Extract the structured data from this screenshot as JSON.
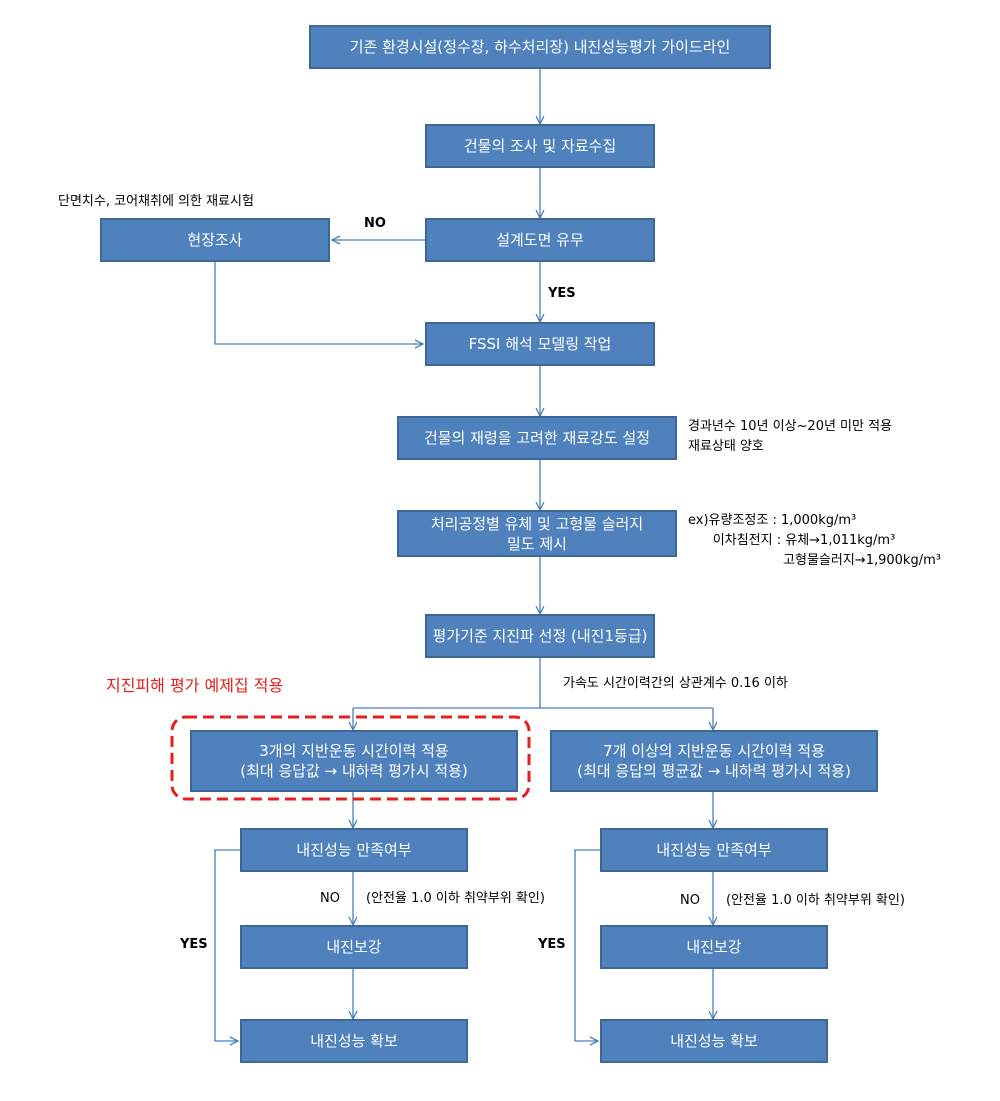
{
  "boxes": {
    "guideline": "기존 환경시설(정수장, 하수처리장) 내진성능평가 가이드라인",
    "survey": "건물의 조사 및 자료수집",
    "drawings": "설계도면 유무",
    "field_survey": "현장조사",
    "fssi": "FSSI 해석 모델링 작업",
    "material_strength": "건물의 재령을 고려한 재료강도 설정",
    "density": "처리공정별 유체 및 고형물 슬러지\n밀도 제시",
    "earthquake": "평가기준 지진파 선정 (내진1등급)",
    "three_motion": "3개의 지반운동 시간이력 적용\n(최대 응답값 → 내하력 평가시 적용)",
    "seven_motion": "7개 이상의 지반운동 시간이력 적용\n(최대 응답의 평균값 → 내하력 평가시 적용)",
    "satisfy_left": "내진성능 만족여부",
    "reinforce_left": "내진보강",
    "secure_left": "내진성능 확보",
    "satisfy_right": "내진성능 만족여부",
    "reinforce_right": "내진보강",
    "secure_right": "내진성능 확보"
  },
  "notes": {
    "field_survey_note": "단면치수, 코어채취에 의한 재료시험",
    "no_drawings": "NO",
    "yes_drawings": "YES",
    "material_note": "경과년수 10년 이상~20년 미만 적용\n재료상태 양호",
    "density_note": "ex)유량조정조 : 1,000kg/m³\n      이차침전지 : 유체→1,011kg/m³\n                       고형물슬러지→1,900kg/m³",
    "example_applied": "지진피해 평가 예제집 적용",
    "correlation_note": "가속도 시간이력간의 상관계수 0.16 이하",
    "no_left": "NO",
    "safety_left": "(안전율 1.0 이하 취약부위 확인)",
    "yes_left": "YES",
    "no_right": "NO",
    "safety_right": "(안전율 1.0 이하 취약부위 확인)",
    "yes_right": "YES"
  },
  "colors": {
    "box_fill": "#4f81bd",
    "box_border": "#3c6796",
    "connector": "#4a7ebb",
    "highlight": "#e3201b"
  }
}
